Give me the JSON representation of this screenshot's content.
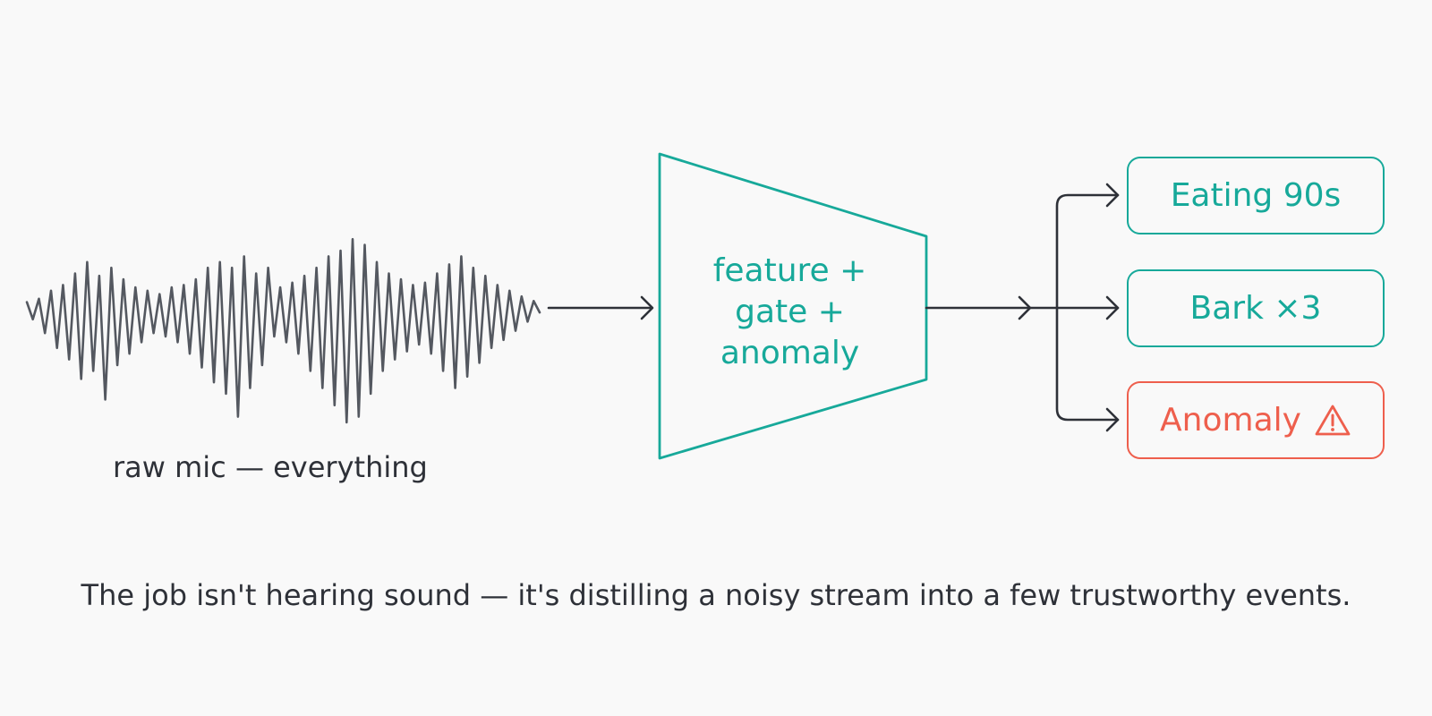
{
  "waveform": {
    "caption": "raw mic — everything",
    "amplitudes": [
      0.05,
      0.1,
      0.08,
      0.22,
      0.15,
      0.35,
      0.2,
      0.45,
      0.3,
      0.62,
      0.4,
      0.55,
      0.28,
      0.8,
      0.35,
      0.5,
      0.25,
      0.4,
      0.18,
      0.3,
      0.15,
      0.22,
      0.12,
      0.25,
      0.18,
      0.3,
      0.2,
      0.4,
      0.25,
      0.52,
      0.35,
      0.65,
      0.4,
      0.75,
      0.35,
      0.95,
      0.45,
      0.7,
      0.3,
      0.5,
      0.35,
      0.25,
      0.18,
      0.3,
      0.22,
      0.4,
      0.28,
      0.55,
      0.35,
      0.7,
      0.45,
      0.85,
      0.5,
      1.0,
      0.6,
      0.95,
      0.55,
      0.75,
      0.4,
      0.55,
      0.3,
      0.45,
      0.25,
      0.38,
      0.2,
      0.32,
      0.22,
      0.4,
      0.3,
      0.55,
      0.38,
      0.7,
      0.45,
      0.6,
      0.35,
      0.48,
      0.28,
      0.35,
      0.2,
      0.28,
      0.15,
      0.2,
      0.1,
      0.12,
      0.06,
      0.04
    ]
  },
  "funnel": {
    "lines": [
      "feature +",
      "gate +",
      "anomaly"
    ]
  },
  "events": [
    {
      "label": "Eating 90s",
      "kind": "normal"
    },
    {
      "label": "Bark ×3",
      "kind": "normal"
    },
    {
      "label": "Anomaly",
      "kind": "alert",
      "icon": "warning-icon"
    }
  ],
  "caption": "The job isn't hearing sound — it's distilling a noisy stream into a few trustworthy events.",
  "colors": {
    "teal": "#17a99a",
    "alert": "#ee5f4d",
    "ink": "#2e3138",
    "wave": "#545860",
    "background": "#f9f9f9"
  }
}
